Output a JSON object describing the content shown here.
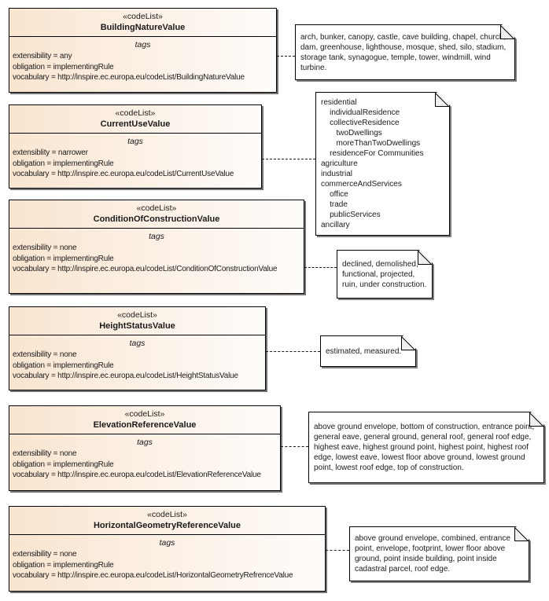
{
  "diagram": {
    "stereotype_label": "«codeList»",
    "tags_label": "tags",
    "colors": {
      "box_fill_left": "#f9e5d0",
      "box_fill_right": "#fefcfa",
      "border": "#000000",
      "note_fill": "#ffffff",
      "shadow": "rgba(0,0,0,0.55)"
    }
  },
  "classes": [
    {
      "name": "BuildingNatureValue",
      "tags": [
        "extensibility = any",
        "obligation = implementingRule",
        "vocabulary = http://inspire.ec.europa.eu/codeList/BuildingNatureValue"
      ]
    },
    {
      "name": "CurrentUseValue",
      "tags": [
        "extensiblity = narrower",
        "obligation = implementingRule",
        "vocabulary = http://inspire.ec.europa.eu/codeList/CurrentUseValue"
      ]
    },
    {
      "name": "ConditionOfConstructionValue",
      "tags": [
        "extensibility = none",
        "obligation = implementingRule",
        "vocabulary = http://inspire.ec.europa.eu/codeList/ConditionOfConstructionValue"
      ]
    },
    {
      "name": "HeightStatusValue",
      "tags": [
        "extensibility = none",
        "obligation = implementingRule",
        "vocabulary = http://inspire.ec.europa.eu/codeList/HeightStatusValue"
      ]
    },
    {
      "name": "ElevationReferenceValue",
      "tags": [
        "extensibility = none",
        "obligation = implementingRule",
        "vocabulary = http://inspire.ec.europa.eu/codeList/ElevationReferenceValue"
      ]
    },
    {
      "name": "HorizontalGeometryReferenceValue",
      "tags": [
        "extensibility = none",
        "obligation = implementingRule",
        "vocabulary = http://inspire.ec.europa.eu/codeList/HorizontalGeometryRefrenceValue"
      ]
    }
  ],
  "notes": [
    {
      "text": "arch, bunker, canopy, castle, cave building, chapel, church, dam, greenhouse, lighthouse, mosque, shed, silo, stadium, storage tank, synagogue, temple, tower, windmill, wind turbine."
    },
    {
      "text": "residential\n    individualResidence\n    collectiveResidence\n       twoDwellings\n       moreThanTwoDwellings\n    residenceFor Communities\nagriculture\nindustrial\ncommerceAndServices\n    office\n    trade\n    publicServices\nancillary"
    },
    {
      "text": "declined, demolished, functional, projected, ruin, under construction."
    },
    {
      "text": "estimated, measured."
    },
    {
      "text": "above ground envelope, bottom of construction, entrance point, general eave, general ground, general roof, general roof edge, highest eave, highest ground point, highest point, highest roof edge, lowest eave, lowest floor above ground, lowest ground point, lowest roof edge, top of construction."
    },
    {
      "text": "above ground envelope, combined, entrance point, envelope, footprint, lower floor above ground, point inside building, point inside cadastral parcel, roof edge."
    }
  ]
}
